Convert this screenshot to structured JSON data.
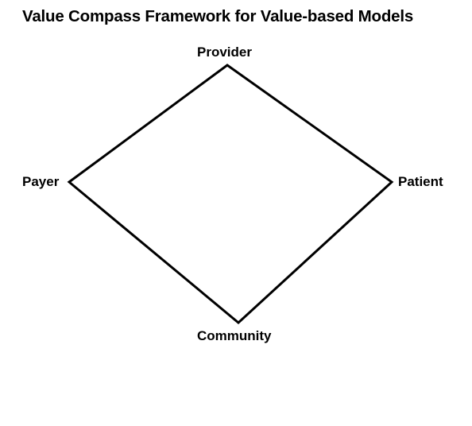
{
  "title": "Value Compass Framework for Value-based Models",
  "compass": {
    "top": "Provider",
    "left": "Payer",
    "right": "Patient",
    "bottom": "Community"
  },
  "colors": {
    "line": "#000000",
    "text": "#000000",
    "background": "#ffffff"
  }
}
